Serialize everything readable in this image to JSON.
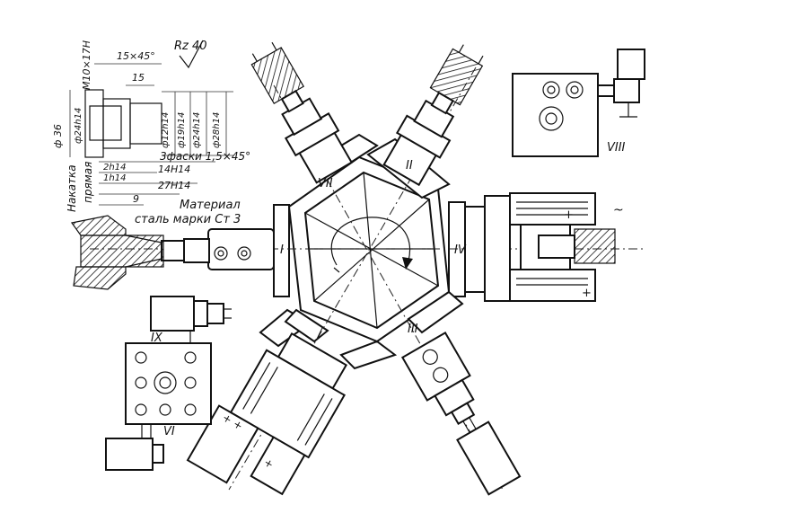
{
  "drawing": {
    "positions": {
      "p1": "I",
      "p2": "II",
      "p3": "III",
      "p4": "IV",
      "p6": "VI",
      "p7": "VII",
      "p8": "VIII",
      "p9": "IX"
    },
    "part_sketch": {
      "thread": "M10×17H",
      "chamfer_top": "15×45°",
      "roughness": "Rz 40",
      "length_15": "15",
      "dia_36": "ф 36",
      "dia_24": "ф24h14",
      "dia_12": "ф12h14",
      "dia_19": "ф19h14",
      "dia_24b": "ф24h14",
      "dia_28": "ф28h14",
      "chamfers": "3фаски 1,5×45°",
      "len_2": "2h14",
      "len_1": "1h14",
      "len_14": "14H14",
      "len_27": "27H14",
      "len_9": "9",
      "knurl_1": "Накатка",
      "knurl_2": "прямая",
      "material_1": "Материал",
      "material_2": "сталь марки Ст 3"
    },
    "accent": "#111111"
  }
}
